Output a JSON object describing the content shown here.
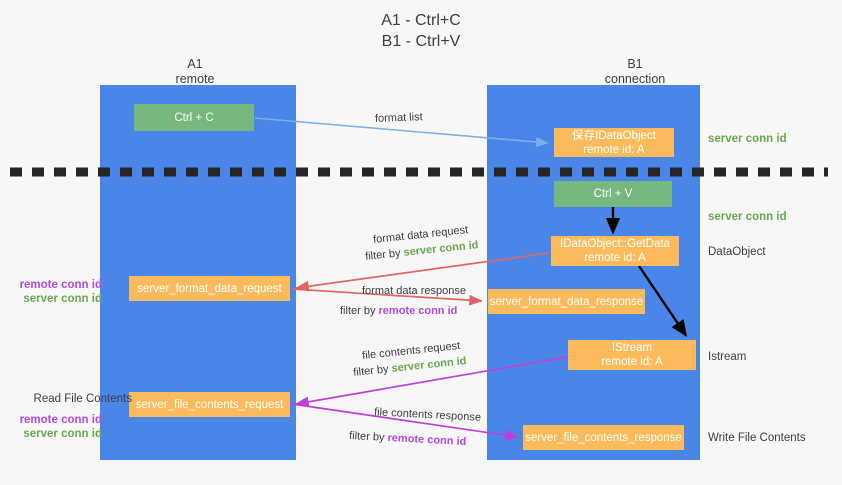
{
  "title": {
    "line1": "A1 - Ctrl+C",
    "line2": "B1 - Ctrl+V"
  },
  "lanes": [
    {
      "id": "a1",
      "name": "A1",
      "role": "remote",
      "color": "#4a86e8"
    },
    {
      "id": "b1",
      "name": "B1",
      "role": "connection",
      "color": "#4a86e8"
    }
  ],
  "colors": {
    "lane": "#4a86e8",
    "green_box": "#76b87f",
    "orange_box": "#fbbb5c",
    "server_conn": "#6aa84f",
    "remote_conn": "#b14bd8",
    "arrow_blue": "#79b0e8",
    "arrow_red": "#e06666",
    "arrow_magenta": "#c13fd8",
    "arrow_black": "#000000",
    "background": "#f7f7f7"
  },
  "boxes": {
    "ctrl_c": {
      "label": "Ctrl + C"
    },
    "save_idataobject": {
      "line1": "保存IDataObject",
      "line2": "remote id: A"
    },
    "ctrl_v": {
      "label": "Ctrl + V"
    },
    "getdata": {
      "line1": "IDataObject::GetData",
      "line2": "remote id: A"
    },
    "istream": {
      "line1": "IStream",
      "line2": "remote id: A"
    },
    "format_data_request": {
      "label": "server_format_data_request"
    },
    "format_data_response": {
      "label": "server_format_data_response"
    },
    "file_contents_request": {
      "label": "server_file_contents_request"
    },
    "file_contents_response": {
      "label": "server_file_contents_response"
    }
  },
  "annotations": {
    "server_conn_id": "server conn id",
    "remote_conn_id": "remote conn id",
    "dataobject": "DataObject",
    "istream": "Istream",
    "write_file_contents": "Write File Contents",
    "read_file_contents": "Read File Contents"
  },
  "edges": {
    "format_list": "format list",
    "format_data_request": "format data request",
    "format_data_request_filter_prefix": "filter by ",
    "format_data_request_filter_value": "server conn id",
    "format_data_response": "format data response",
    "format_data_response_filter_prefix": "filter by ",
    "format_data_response_filter_value": "remote conn id",
    "file_contents_request": "file contents request",
    "file_contents_request_filter_prefix": "filter by ",
    "file_contents_request_filter_value": "server conn id",
    "file_contents_response": "file contents response",
    "file_contents_response_filter_prefix": "filter by ",
    "file_contents_response_filter_value": "remote conn id"
  }
}
